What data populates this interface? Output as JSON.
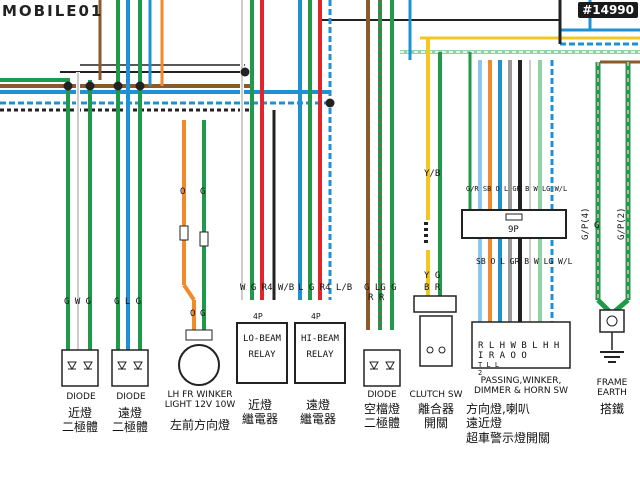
{
  "watermark": {
    "brand": "MOBILE01",
    "id": "#14990"
  },
  "colors": {
    "green": "#1f9a4a",
    "blue": "#1e90d6",
    "brown": "#8a5a2a",
    "red": "#e0262b",
    "orange": "#f08a2a",
    "yellow": "#f2c81e",
    "black": "#222222",
    "gray": "#9a9a9a",
    "lightblue": "#8cc8ee",
    "white": "#ffffff",
    "lightgreen": "#8fd3a6"
  },
  "connector_9p": {
    "top_codes": [
      "G/R",
      "SB",
      "O",
      "L",
      "GR",
      "B",
      "W",
      "LG",
      "W/L"
    ],
    "label": "9P",
    "bottom_codes": [
      "SB",
      "O",
      "L",
      "GR",
      "B",
      "W",
      "LG",
      "W/L"
    ]
  },
  "pin_labels": {
    "diode1": "G W G",
    "diode2": "G L G",
    "winker": [
      "O",
      "G",
      "O",
      "G"
    ],
    "lo_relay": "W G R4 W/B",
    "hi_relay": "L G R4 L/B",
    "diode3": "G LG G",
    "diode3_b": "R  R",
    "clutch_top": "Y/B",
    "clutch_mid": "Y G",
    "clutch_b": "B  R",
    "switch_pins": "R L H W B L H H",
    "switch_pins2": "  I R A O O",
    "switch_pins3": "      T L L",
    "switch_pins4": "      2",
    "frame": [
      "G/P(4)",
      "G",
      "G/P(2)"
    ]
  },
  "components": {
    "diode1": {
      "name_en": "DIODE",
      "name_zh": [
        "近燈",
        "二極體"
      ]
    },
    "diode2": {
      "name_en": "DIODE",
      "name_zh": [
        "遠燈",
        "二極體"
      ]
    },
    "winker": {
      "name_en": [
        "LH FR WINKER",
        "LIGHT 12V 10W"
      ],
      "name_zh": [
        "左前方向燈"
      ]
    },
    "lo_relay": {
      "box": [
        "LO-BEAM",
        "RELAY"
      ],
      "pins": "4P",
      "name_zh": [
        "近燈",
        "繼電器"
      ]
    },
    "hi_relay": {
      "box": [
        "HI-BEAM",
        "RELAY"
      ],
      "pins": "4P",
      "name_zh": [
        "遠燈",
        "繼電器"
      ]
    },
    "diode3": {
      "name_en": "DIODE",
      "name_zh": [
        "空檔燈",
        "二極體"
      ]
    },
    "clutch_sw": {
      "name_en": "CLUTCH SW",
      "name_zh": [
        "離合器",
        "開關"
      ]
    },
    "passing_sw": {
      "name_en": [
        "PASSING,WINKER,",
        "DIMMER & HORN SW"
      ],
      "name_zh": [
        "方向燈,喇叭",
        "遠近燈",
        "超車警示燈開關"
      ]
    },
    "frame_earth": {
      "name_en": [
        "FRAME",
        "EARTH"
      ],
      "name_zh": [
        "搭鐵"
      ]
    }
  }
}
